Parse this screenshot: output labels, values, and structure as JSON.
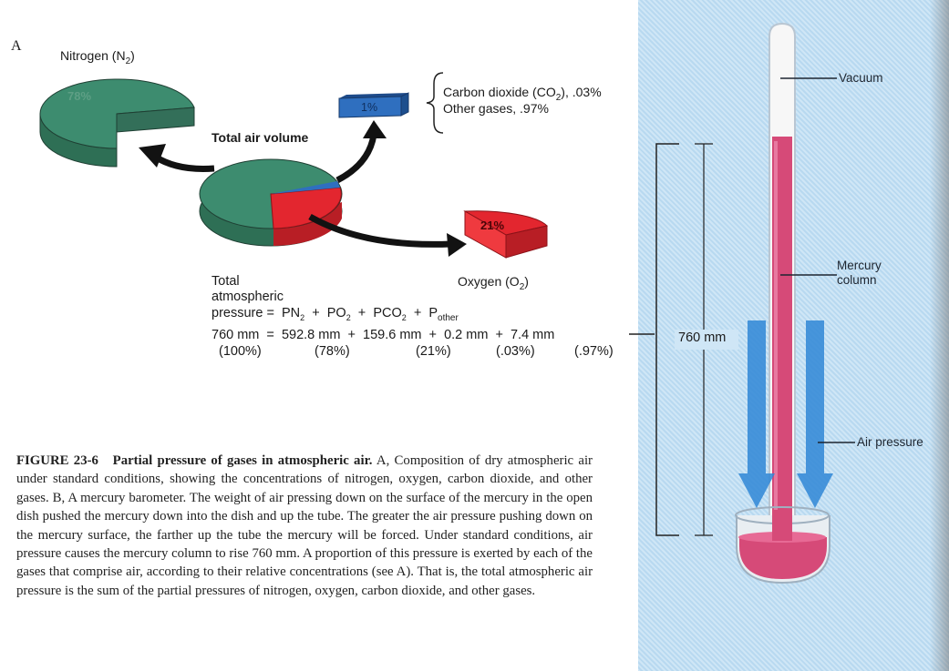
{
  "panel_a": {
    "letter": "A",
    "nitrogen_label": "Nitrogen (N",
    "nitrogen_sub": "2",
    "nitrogen_close": ")",
    "nitrogen_pct": "78%",
    "small_pct": "1%",
    "co2_line": "Carbon dioxide (CO",
    "co2_sub": "2",
    "co2_tail": "), .03%",
    "other_line": "Other gases, .97%",
    "total_air": "Total air volume",
    "oxygen_pct": "21%",
    "oxygen_label": "Oxygen (O",
    "oxygen_sub": "2",
    "oxygen_close": ")",
    "colors": {
      "nitrogen": "#3d8c6f",
      "oxygen": "#e3262f",
      "other": "#2f6fbf",
      "arrow": "#121212"
    }
  },
  "equation": {
    "line1": "Total",
    "line2": "atmospheric",
    "lhs": "pressure  =",
    "term1": "PN",
    "term2": "PO",
    "term3": "PCO",
    "term4": "P",
    "term4_sub": "other",
    "sub2": "2",
    "plus": "+",
    "values_row": "760 mm  =  592.8 mm  +  159.6 mm  +  0.2 mm  +  7.4 mm",
    "pct_total": "(100%)",
    "pct_n2": "(78%)",
    "pct_o2": "(21%)",
    "pct_co2": "(.03%)",
    "pct_other": "(.97%)"
  },
  "panel_b": {
    "vacuum": "Vacuum",
    "mercury_line1": "Mercury",
    "mercury_line2": "column",
    "air_pressure": "Air pressure",
    "height": "760 mm",
    "colors": {
      "mercury": "#d64a78",
      "tube": "#f4f4f4",
      "arrow": "#2f86d6"
    }
  },
  "caption": {
    "label": "FIGURE 23-6",
    "title": "Partial pressure of gases in atmospheric air.",
    "body": " A, Composition of dry atmospheric air under standard conditions, showing the concentrations of nitrogen, oxygen, carbon dioxide, and other gases. B, A mercury barometer. The weight of air pressing down on the surface of the mercury in the open dish pushed the mercury down into the dish and up the tube. The greater the air pressure pushing down on the mercury surface, the farther up the tube the mercury will be forced. Under standard conditions, air pressure causes the mercury column to rise 760 mm. A proportion of this pressure is exerted by each of the gases that comprise air, according to their relative concentrations (see A). That is, the total atmospheric air pressure is the sum of the partial pressures of nitrogen, oxygen, carbon dioxide, and other gases."
  }
}
